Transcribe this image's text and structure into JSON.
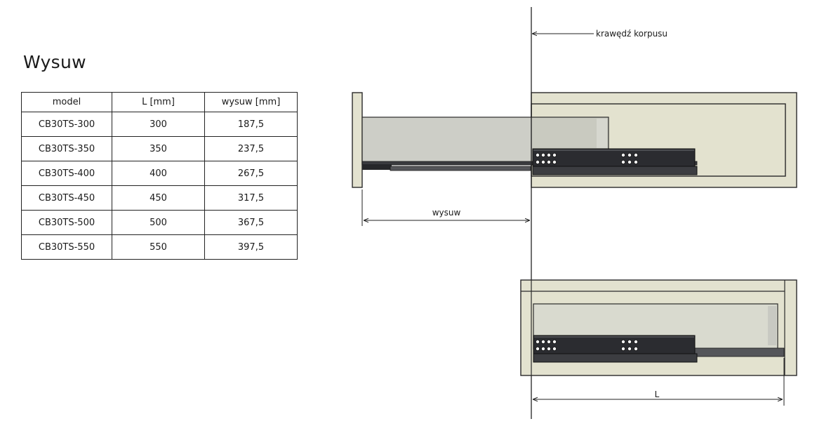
{
  "title": "Wysuw",
  "table": {
    "headers": [
      "model",
      "L [mm]",
      "wysuw [mm]"
    ],
    "rows": [
      [
        "CB30TS-300",
        "300",
        "187,5"
      ],
      [
        "CB30TS-350",
        "350",
        "237,5"
      ],
      [
        "CB30TS-400",
        "400",
        "267,5"
      ],
      [
        "CB30TS-450",
        "450",
        "317,5"
      ],
      [
        "CB30TS-500",
        "500",
        "367,5"
      ],
      [
        "CB30TS-550",
        "550",
        "397,5"
      ]
    ]
  },
  "diagram": {
    "cabinet_edge_label": "krawędź korpusu",
    "extension_label": "wysuw",
    "length_label": "L",
    "colors": {
      "cabinet": "#e3e2cf",
      "drawer": "#c4c6bd",
      "rail": "#2b2c30",
      "line": "#222222"
    }
  }
}
